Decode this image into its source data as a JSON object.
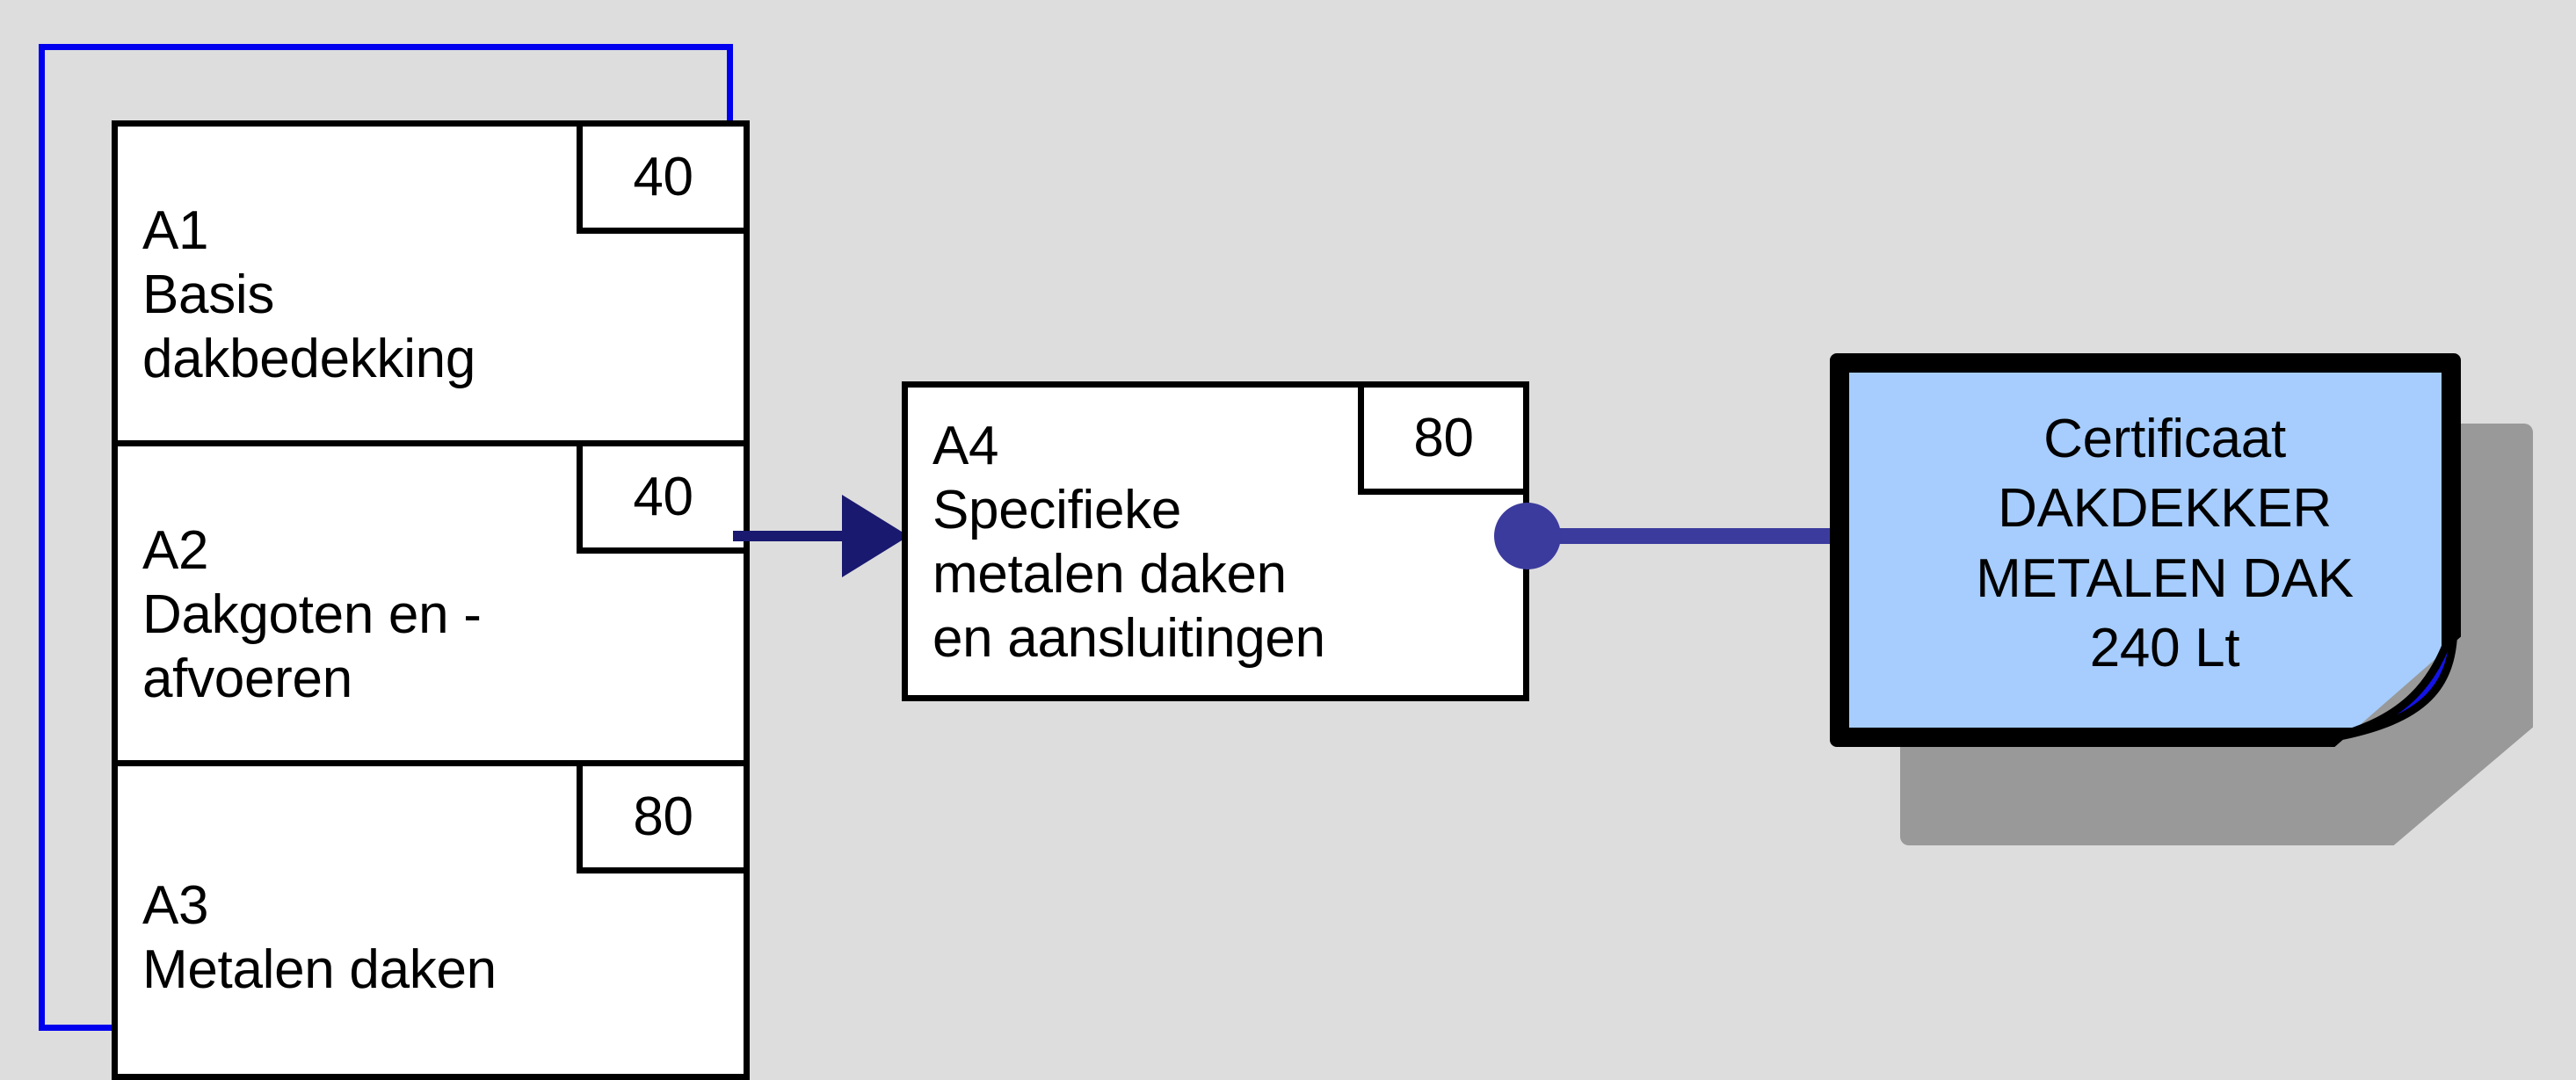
{
  "diagram": {
    "background_color": "#dddddd",
    "group": {
      "name": "process-group",
      "border_color": "#0000ee",
      "boxes": [
        {
          "id": "A1",
          "label": "A1\nBasis\ndakbedekking",
          "badge": "40"
        },
        {
          "id": "A2",
          "label": "A2\nDakgoten en -\nafvoeren",
          "badge": "40"
        },
        {
          "id": "A3",
          "label": "A3\nMetalen daken",
          "badge": "80"
        }
      ]
    },
    "standalone_box": {
      "id": "A4",
      "label": "A4\nSpecifieke\nmetalen daken\nen aansluitingen",
      "badge": "80"
    },
    "connectors": {
      "flow_arrow": {
        "from": "process-group",
        "to": "A4",
        "color": "#191970"
      },
      "association": {
        "from": "A4",
        "to": "certificate-note",
        "color": "#3b3b9e"
      }
    },
    "note": {
      "text": "Certificaat\nDAKDEKKER\nMETALEN DAK\n240 Lt",
      "fill_color": "#a6cdfe",
      "border_color": "#000000",
      "fold_color": "#1414e6",
      "shadow_color": "#999999"
    }
  }
}
